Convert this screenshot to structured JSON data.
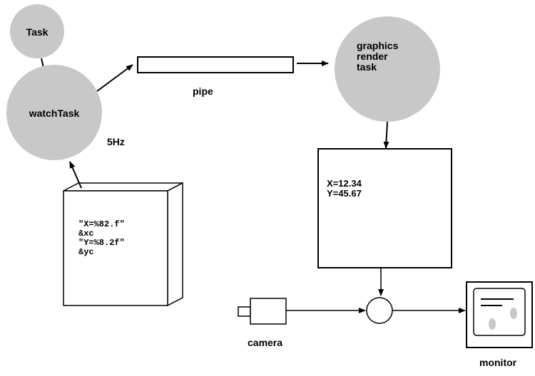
{
  "nodes": {
    "task": "Task",
    "watch_task": "watchTask",
    "rate": "5Hz",
    "pipe": "pipe",
    "graphics": [
      "graphics",
      "render",
      "task"
    ],
    "display": [
      "X=12.34",
      "Y=45.67"
    ],
    "source_code": [
      "\"X=%82.f\"",
      "&xc",
      "\"Y=%8.2f\"",
      "&yc"
    ],
    "camera": "camera",
    "monitor": "monitor"
  },
  "colors": {
    "circle_fill": "#c8c8c8",
    "stroke": "#000000",
    "paper": "#ffffff"
  }
}
